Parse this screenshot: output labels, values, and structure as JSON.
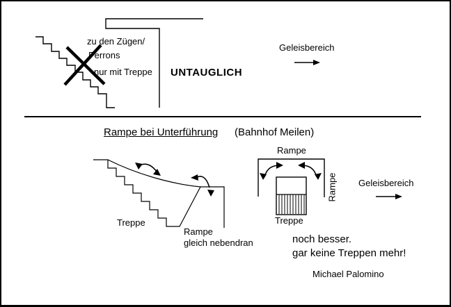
{
  "colors": {
    "ink": "#000000",
    "background": "#ffffff"
  },
  "top_section": {
    "stairs_note_line1": "zu den Zügen/",
    "stairs_note_line2": "Perrons",
    "stairs_note_line3": "nur mit Treppe",
    "verdict": "UNTAUGLICH",
    "track_area_label": "Geleisbereich"
  },
  "bottom_section": {
    "title": "Rampe bei Unterführung",
    "subtitle": "(Bahnhof Meilen)",
    "left_diagram": {
      "stairs_label": "Treppe",
      "ramp_note_line1": "Rampe",
      "ramp_note_line2": "gleich nebendran"
    },
    "right_diagram": {
      "ramp_top_label": "Rampe",
      "ramp_side_label": "Rampe",
      "stairs_label": "Treppe",
      "track_area_label": "Geleisbereich"
    },
    "comment_line1": "noch besser.",
    "comment_line2": "gar keine Treppen mehr!",
    "author": "Michael Palomino"
  }
}
